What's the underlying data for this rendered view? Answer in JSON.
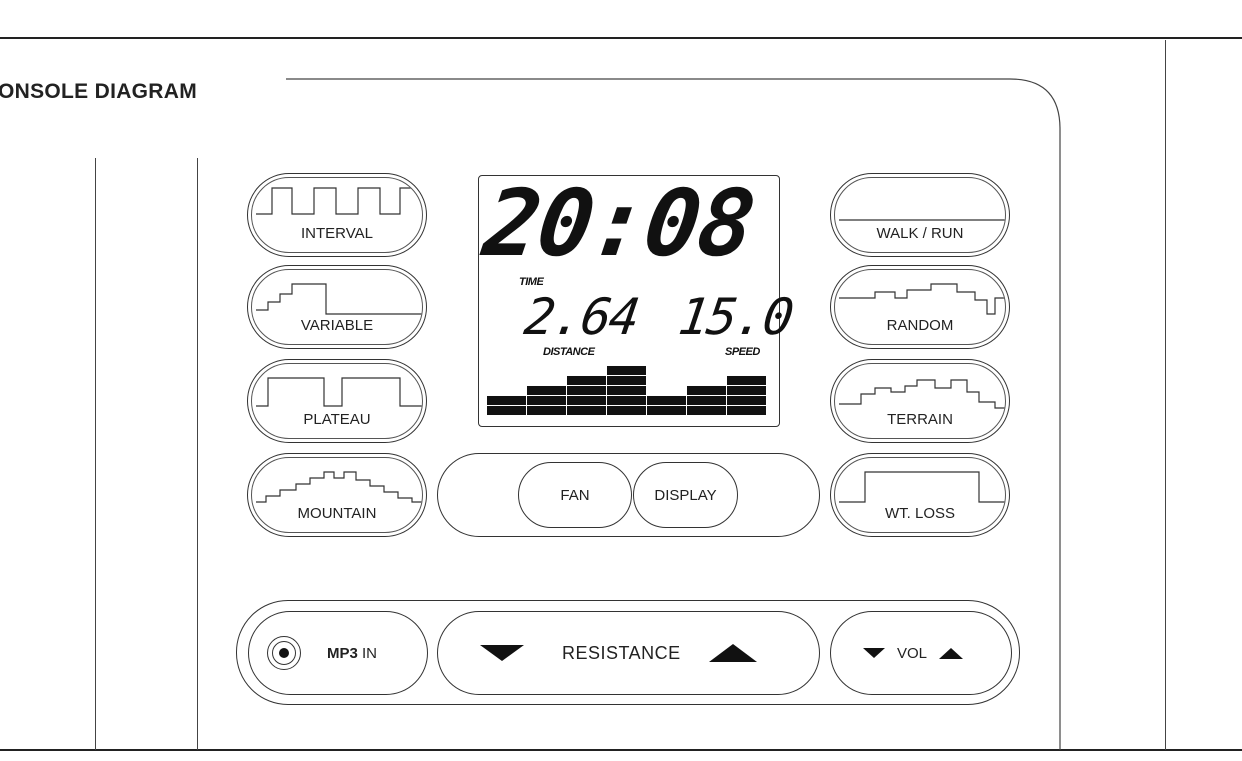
{
  "title": "ONSOLE DIAGRAM",
  "programs_left": [
    {
      "label": "INTERVAL"
    },
    {
      "label": "VARIABLE"
    },
    {
      "label": "PLATEAU"
    },
    {
      "label": "MOUNTAIN"
    }
  ],
  "programs_right": [
    {
      "label": "WALK / RUN"
    },
    {
      "label": "RANDOM"
    },
    {
      "label": "TERRAIN"
    },
    {
      "label": "WT. LOSS"
    }
  ],
  "display": {
    "time_value": "20:08",
    "time_label": "TIME",
    "distance_value": "2.64",
    "distance_label": "DISTANCE",
    "speed_value": "15.0",
    "speed_label": "SPEED",
    "profile_bar_levels": [
      2,
      3,
      4,
      5,
      2,
      3,
      4
    ]
  },
  "center": {
    "fan_label": "FAN",
    "display_label": "DISPLAY"
  },
  "bottom": {
    "mp3_bold": "MP3",
    "mp3_suffix": " IN",
    "resistance_label": "RESISTANCE",
    "vol_label": "VOL"
  }
}
